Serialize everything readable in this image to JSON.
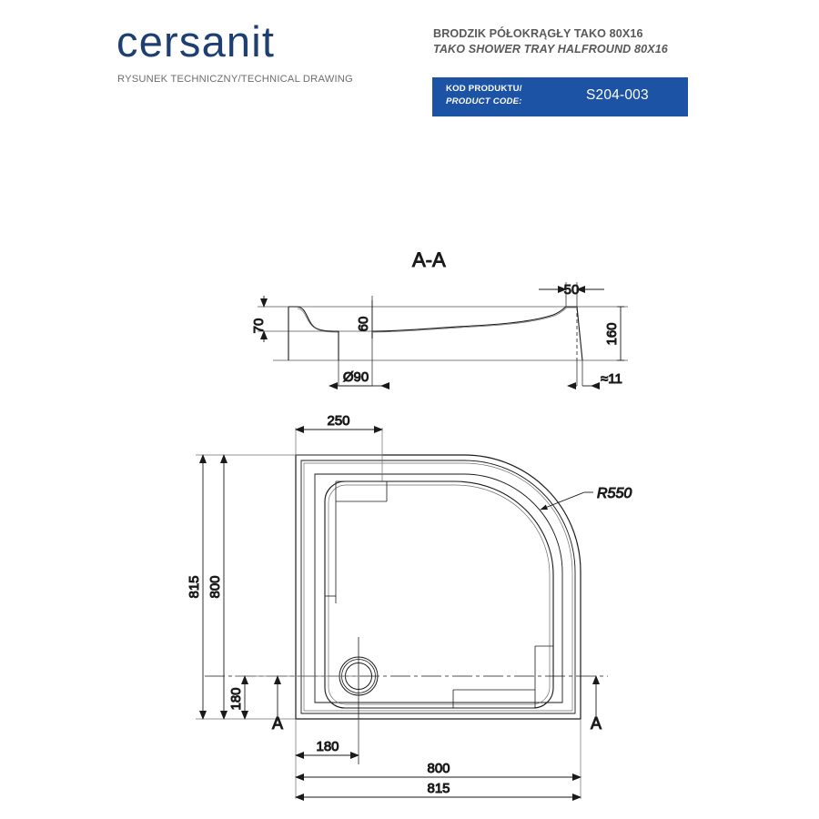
{
  "header": {
    "brand": "cersanit",
    "brand_color": "#1d3f72",
    "subtitle": "RYSUNEK TECHNICZNY/TECHNICAL DRAWING",
    "title_pl": "BRODZIK PÓŁOKRĄGŁY TAKO 80X16",
    "title_en": "TAKO SHOWER TRAY HALFROUND 80X16",
    "code_label_pl": "KOD PRODUKTU/",
    "code_label_en": "PRODUCT CODE:",
    "code_value": "S204-003",
    "code_bar_color": "#1d53a4"
  },
  "section_view": {
    "title": "A-A",
    "dimensions": {
      "depth_inner": "70",
      "depth_waste": "60",
      "drain_diameter": "Ø90",
      "edge_width": "50",
      "total_height": "160",
      "wall_thickness": "≈11"
    }
  },
  "plan_view": {
    "dimensions": {
      "top_offset": "250",
      "height_outer": "815",
      "height_inner": "800",
      "drain_offset_vertical": "180",
      "drain_offset_horizontal": "180",
      "width_inner": "800",
      "width_outer": "815",
      "corner_radius": "R550"
    },
    "section_marks": {
      "left": "A",
      "right": "A"
    }
  },
  "colors": {
    "line": "#1a1a1a",
    "line_light": "#6f6f6f",
    "text": "#1a1a1a",
    "muted_text": "#6d6e71"
  }
}
